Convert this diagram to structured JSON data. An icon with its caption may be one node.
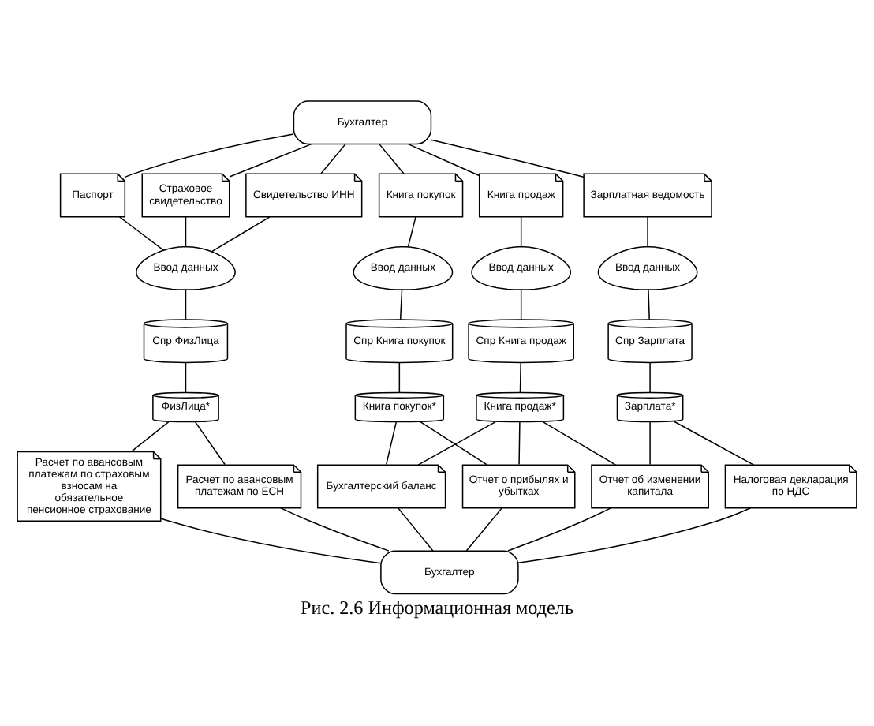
{
  "diagram": {
    "caption": "Рис. 2.6 Информационная модель",
    "nodes": [
      {
        "text": [
          "Бухгалтер"
        ]
      },
      {
        "text": [
          "Паспорт"
        ]
      },
      {
        "text": [
          "Страховое свидетельство"
        ]
      },
      {
        "text": [
          "Свидетельство ИНН"
        ]
      },
      {
        "text": [
          "Книга покупок"
        ]
      },
      {
        "text": [
          "Книга продаж"
        ]
      },
      {
        "text": [
          "Зарплатная ведомость"
        ]
      },
      {
        "text": [
          "Ввод данных"
        ]
      },
      {
        "text": [
          "Ввод данных"
        ]
      },
      {
        "text": [
          "Ввод данных"
        ]
      },
      {
        "text": [
          "Ввод данных"
        ]
      },
      {
        "text": [
          "Спр ФизЛица"
        ]
      },
      {
        "text": [
          "Спр Книга покупок"
        ]
      },
      {
        "text": [
          "Спр Книга продаж"
        ]
      },
      {
        "text": [
          "Спр Зарплата"
        ]
      },
      {
        "text": [
          "ФизЛица*"
        ]
      },
      {
        "text": [
          "Книга покупок*"
        ]
      },
      {
        "text": [
          "Книга продаж*"
        ]
      },
      {
        "text": [
          "Зарплата*"
        ]
      },
      {
        "text": [
          "Расчет по авансовым платежам по страховым взносам на обязательное пенсионное страхование"
        ]
      },
      {
        "text": [
          "Расчет по авансовым платежам по ЕСН"
        ]
      },
      {
        "text": [
          "Бухгалтерский баланс"
        ]
      },
      {
        "text": [
          "Отчет о прибылях и убытках"
        ]
      },
      {
        "text": [
          "Отчет об изменении капитала"
        ]
      },
      {
        "text": [
          "Налоговая декларация по НДС"
        ]
      },
      {
        "text": [
          "Бухгалтер"
        ]
      }
    ],
    "edges": [
      {
        "from": 0,
        "to": 1,
        "arrow": "none"
      },
      {
        "from": 0,
        "to": 2,
        "arrow": "none"
      },
      {
        "from": 0,
        "to": 3,
        "arrow": "none"
      },
      {
        "from": 0,
        "to": 4,
        "arrow": "none"
      },
      {
        "from": 0,
        "to": 5,
        "arrow": "none"
      },
      {
        "from": 0,
        "to": 6,
        "arrow": "none"
      },
      {
        "from": 1,
        "to": 7,
        "arrow": "none"
      },
      {
        "from": 2,
        "to": 7,
        "arrow": "none"
      },
      {
        "from": 3,
        "to": 7,
        "arrow": "none"
      },
      {
        "from": 4,
        "to": 8,
        "arrow": "none"
      },
      {
        "from": 5,
        "to": 9,
        "arrow": "none"
      },
      {
        "from": 6,
        "to": 10,
        "arrow": "none"
      },
      {
        "from": 7,
        "to": 11,
        "arrow": "none"
      },
      {
        "from": 8,
        "to": 12,
        "arrow": "none"
      },
      {
        "from": 9,
        "to": 13,
        "arrow": "none"
      },
      {
        "from": 10,
        "to": 14,
        "arrow": "none"
      },
      {
        "from": 11,
        "to": 15,
        "arrow": "none"
      },
      {
        "from": 12,
        "to": 16,
        "arrow": "none"
      },
      {
        "from": 13,
        "to": 17,
        "arrow": "none"
      },
      {
        "from": 14,
        "to": 18,
        "arrow": "none"
      },
      {
        "from": 15,
        "to": 19,
        "arrow": "none"
      },
      {
        "from": 15,
        "to": 20,
        "arrow": "none"
      },
      {
        "from": 16,
        "to": 21,
        "arrow": "none"
      },
      {
        "from": 16,
        "to": 22,
        "arrow": "none"
      },
      {
        "from": 17,
        "to": 21,
        "arrow": "none"
      },
      {
        "from": 17,
        "to": 22,
        "arrow": "none"
      },
      {
        "from": 17,
        "to": 23,
        "arrow": "none"
      },
      {
        "from": 18,
        "to": 23,
        "arrow": "none"
      },
      {
        "from": 18,
        "to": 24,
        "arrow": "none"
      },
      {
        "from": 19,
        "to": 25,
        "arrow": "none"
      },
      {
        "from": 20,
        "to": 25,
        "arrow": "none"
      },
      {
        "from": 21,
        "to": 25,
        "arrow": "none"
      },
      {
        "from": 22,
        "to": 25,
        "arrow": "none"
      },
      {
        "from": 23,
        "to": 25,
        "arrow": "none"
      },
      {
        "from": 24,
        "to": 25,
        "arrow": "none"
      }
    ]
  }
}
